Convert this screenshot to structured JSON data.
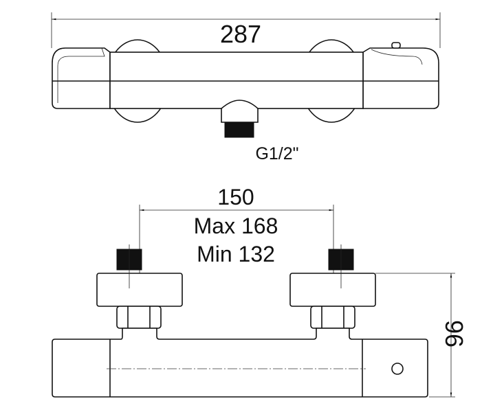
{
  "top_view": {
    "overall_length": "287",
    "outlet_thread": "G1/2\""
  },
  "front_view": {
    "center_distance": "150",
    "center_distance_max": "Max 168",
    "center_distance_min": "Min 132",
    "height": "96"
  }
}
